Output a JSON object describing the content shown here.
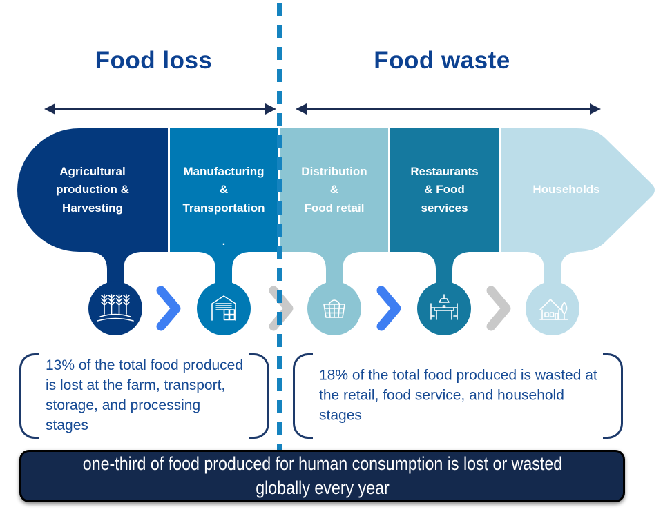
{
  "titles": {
    "left": "Food loss",
    "right": "Food waste"
  },
  "stages": [
    {
      "label": "Agricultural\nproduction &\nHarvesting",
      "icon": "wheat-icon",
      "color": "#04397d"
    },
    {
      "label": "Manufacturing\n&\nTransportation",
      "stray_dot": ".",
      "icon": "warehouse-icon",
      "color": "#0079b4"
    },
    {
      "label": "Distribution\n&\nFood retail",
      "icon": "basket-icon",
      "color": "#8cc5d3"
    },
    {
      "label": "Restaurants\n& Food\nservices",
      "icon": "restaurant-icon",
      "color": "#15799f"
    },
    {
      "label": "Households",
      "icon": "house-icon",
      "color": "#bcdde9"
    }
  ],
  "flow_arrows": [
    {
      "between": "agriculture-manufacturing",
      "color": "#3e7ef2"
    },
    {
      "between": "manufacturing-distribution",
      "color": "#c9c9c9"
    },
    {
      "between": "distribution-restaurants",
      "color": "#3e7ef2"
    },
    {
      "between": "restaurants-households",
      "color": "#c9c9c9"
    }
  ],
  "callouts": {
    "food_loss": "13% of the total food produced is lost at the farm, transport, storage, and processing stages",
    "food_waste": "18% of the total food produced is wasted at the retail, food service, and household stages"
  },
  "banner": {
    "text": "one-third of food produced for human consumption is lost or wasted globally every year"
  },
  "colors": {
    "title_text": "#0c4191",
    "divider_dashed": "#1583bf",
    "range_arrow": "#1b2c52",
    "callout_text": "#164a94",
    "bracket": "#1d3a6b",
    "banner_bg": "#14294d",
    "banner_text": "#ffffff"
  }
}
